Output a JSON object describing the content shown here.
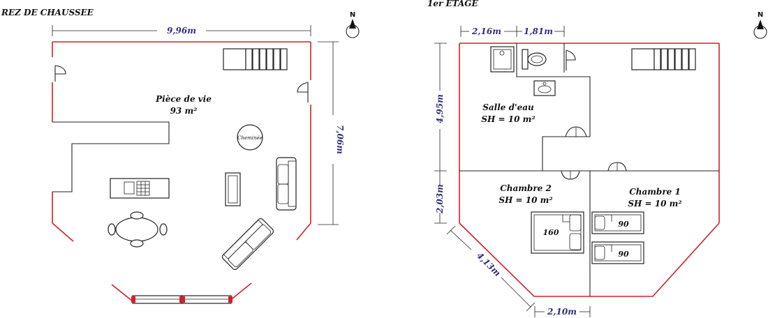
{
  "ground_floor": {
    "title": "REZ DE CHAUSSEE",
    "width_label": "9,96m",
    "height_label": "7,06m",
    "living_room": {
      "name": "Pièce de vie",
      "area": "93 m²"
    },
    "fireplace_label": "Cheminée"
  },
  "first_floor": {
    "title": "1er ETAGE",
    "dim_top_left": "2,16m",
    "dim_top_right": "1,81m",
    "dim_left_upper": "4,95m",
    "dim_left_lower": "2,03m",
    "dim_diagonal": "4,13m",
    "dim_bottom": "2,10m",
    "bathroom": {
      "name": "Salle d'eau",
      "area": "SH = 10 m²"
    },
    "bedroom2": {
      "name": "Chambre 2",
      "area": "SH = 10 m²",
      "bed": "160"
    },
    "bedroom1": {
      "name": "Chambre 1",
      "area": "SH = 10 m²",
      "bed1": "90",
      "bed2": "90"
    }
  },
  "compass_letter": "N",
  "colors": {
    "walls": "#d0202a",
    "dimensions": "#2f2f7a"
  }
}
